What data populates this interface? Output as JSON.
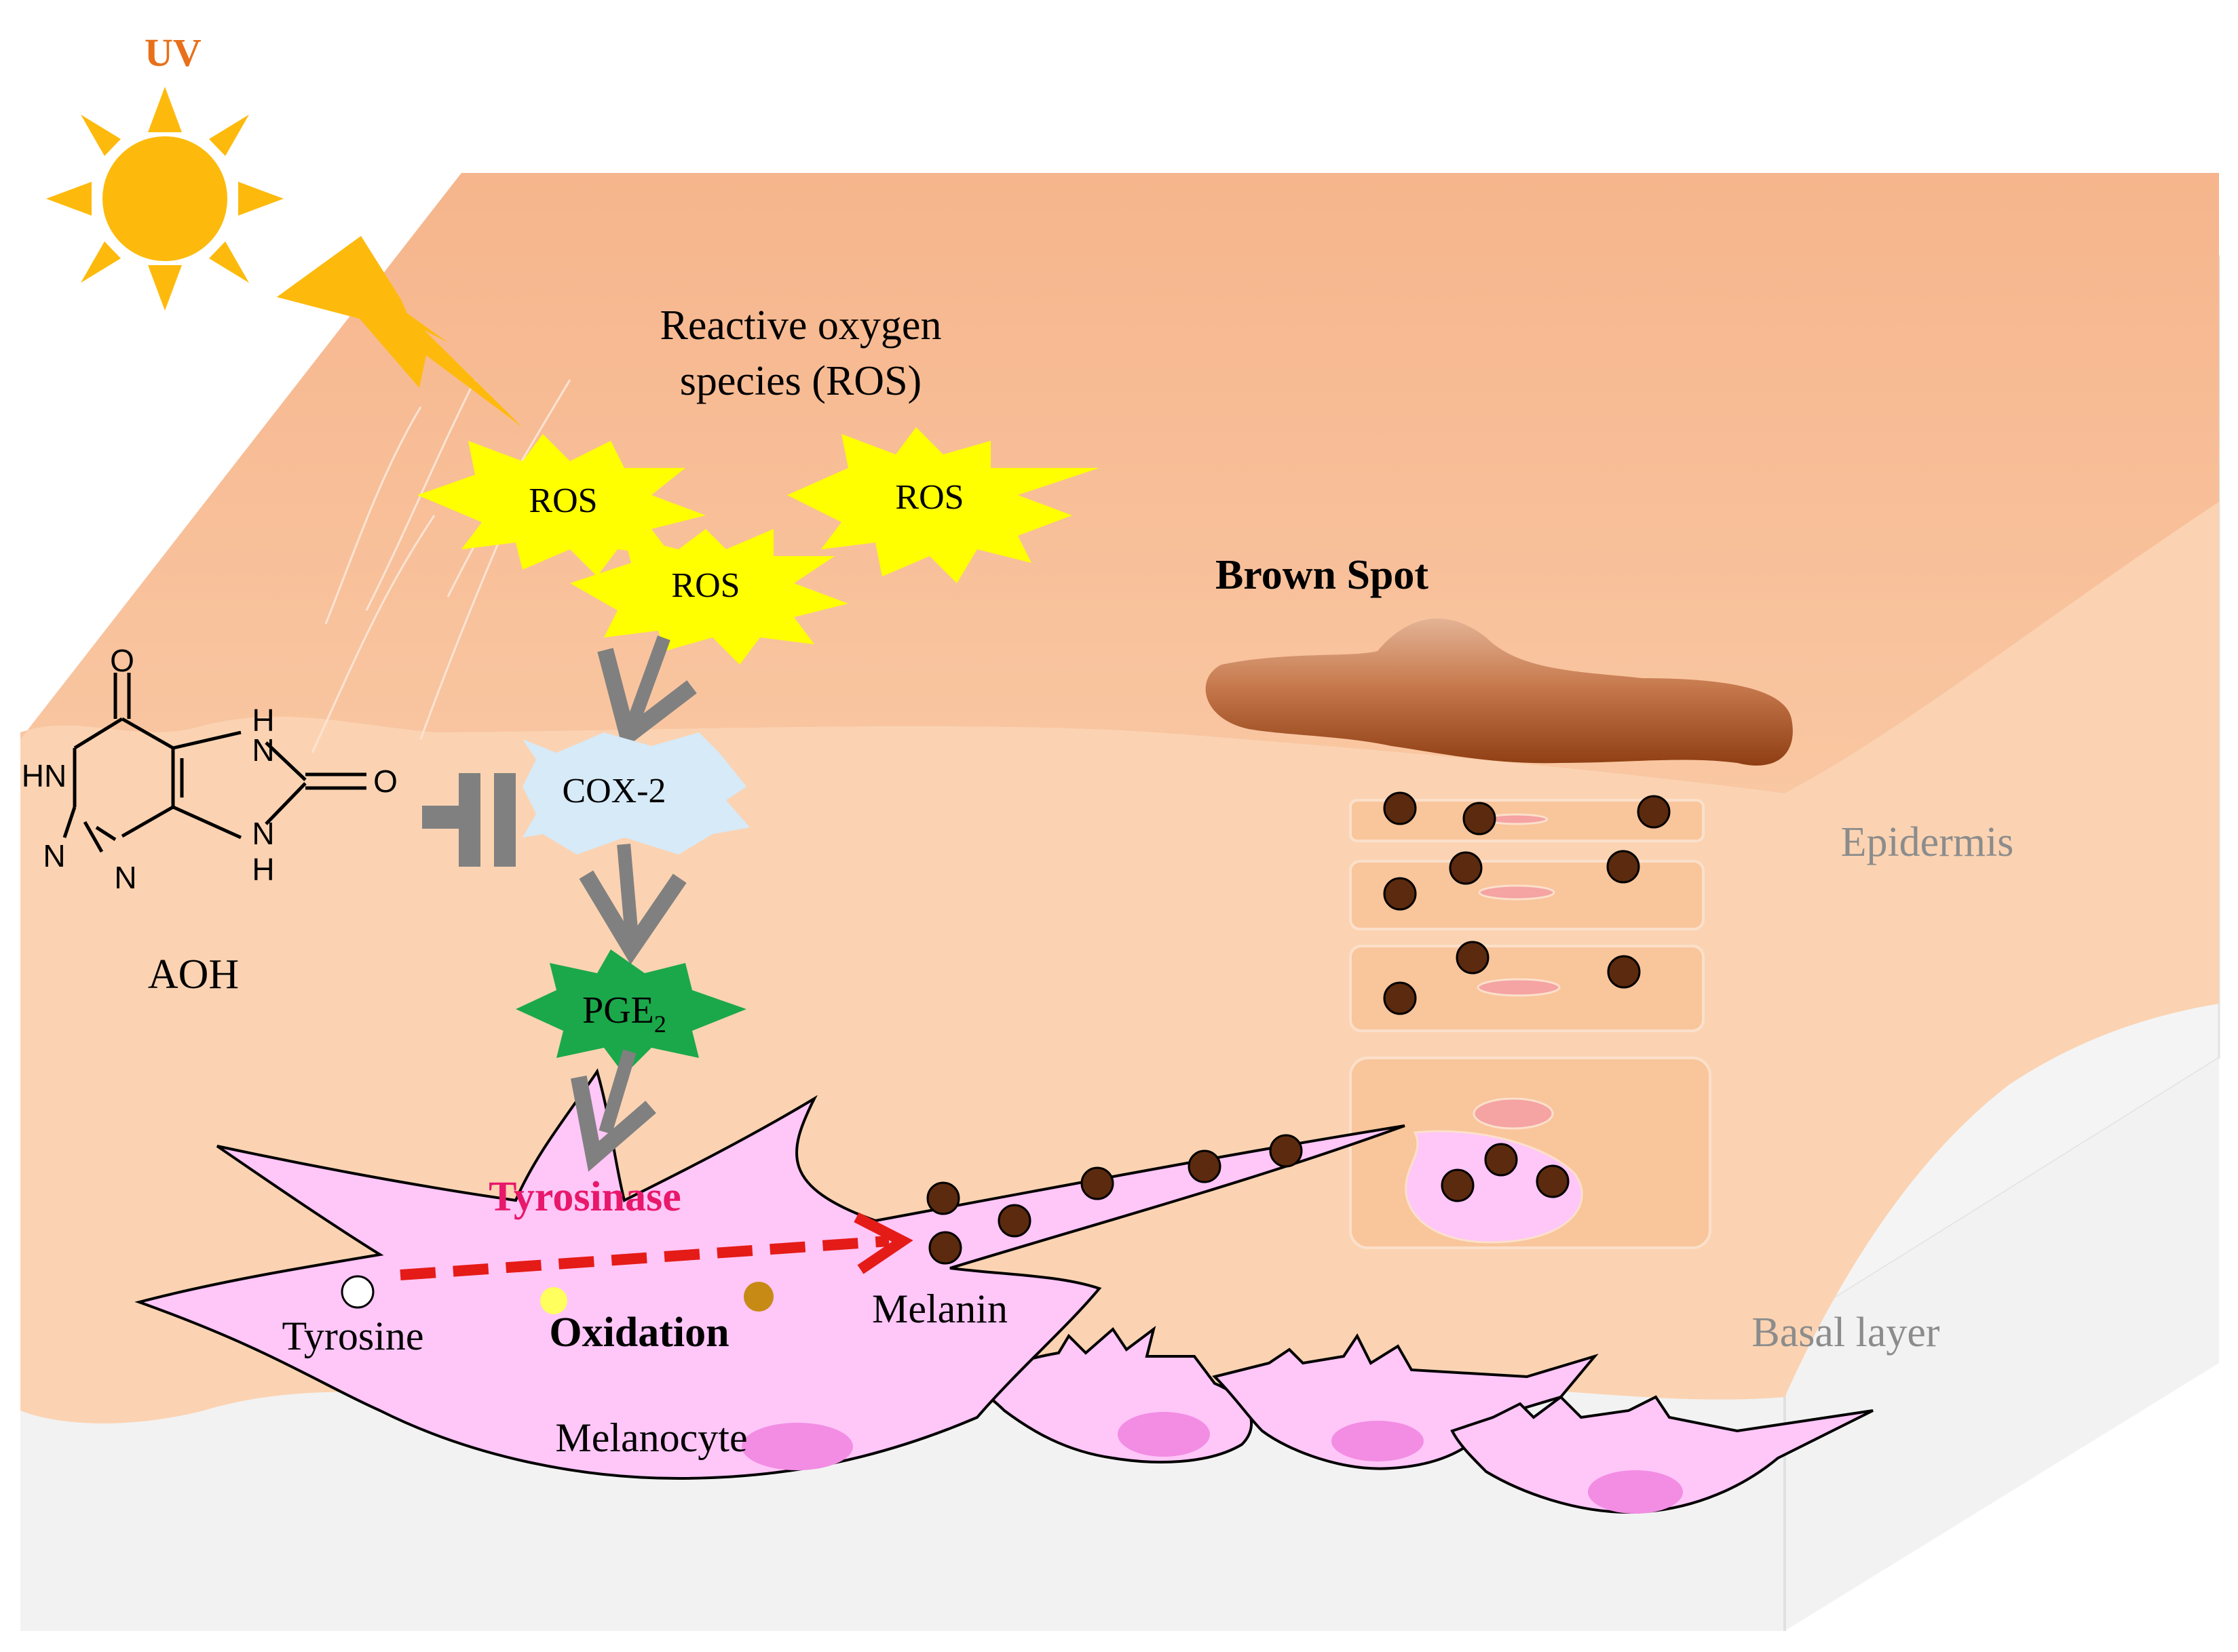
{
  "labels": {
    "uv": "UV",
    "ros_title_line1": "Reactive oxygen",
    "ros_title_line2": "species (ROS)",
    "ros_burst_1": "ROS",
    "ros_burst_2": "ROS",
    "ros_burst_3": "ROS",
    "cox2": "COX-2",
    "pge2_main": "PGE",
    "pge2_sub": "2",
    "aoh": "AOH",
    "tyrosinase": "Tyrosinase",
    "tyrosine": "Tyrosine",
    "oxidation": "Oxidation",
    "melanin": "Melanin",
    "melanocyte": "Melanocyte",
    "brown_spot": "Brown Spot",
    "epidermis": "Epidermis",
    "basal_layer": "Basal layer"
  },
  "molecule_atoms": {
    "o_top": "O",
    "h_top": "H",
    "n_top": "N",
    "hn": "HN",
    "o_right": "O",
    "n_left": "N",
    "n_bottom": "N",
    "n_right": "N",
    "h_bottom": "H"
  },
  "colors": {
    "sun": "#FDBA0C",
    "uv_text": "#E8701A",
    "skin_top": "#F7BC93",
    "skin_side": "#FBD5B5",
    "ros_burst": "#FFFF00",
    "cox2_shape": "#D6EAF8",
    "pge2_shape": "#1BA84A",
    "arrow_gray": "#808080",
    "melanocyte": "#FFC6F8",
    "melanin_dot": "#5C2A0E",
    "tyrosinase_text": "#E8186B",
    "path_arrow": "#E41B17",
    "label_gray": "#8C8C8C",
    "brown_spot": "#A9532A"
  }
}
